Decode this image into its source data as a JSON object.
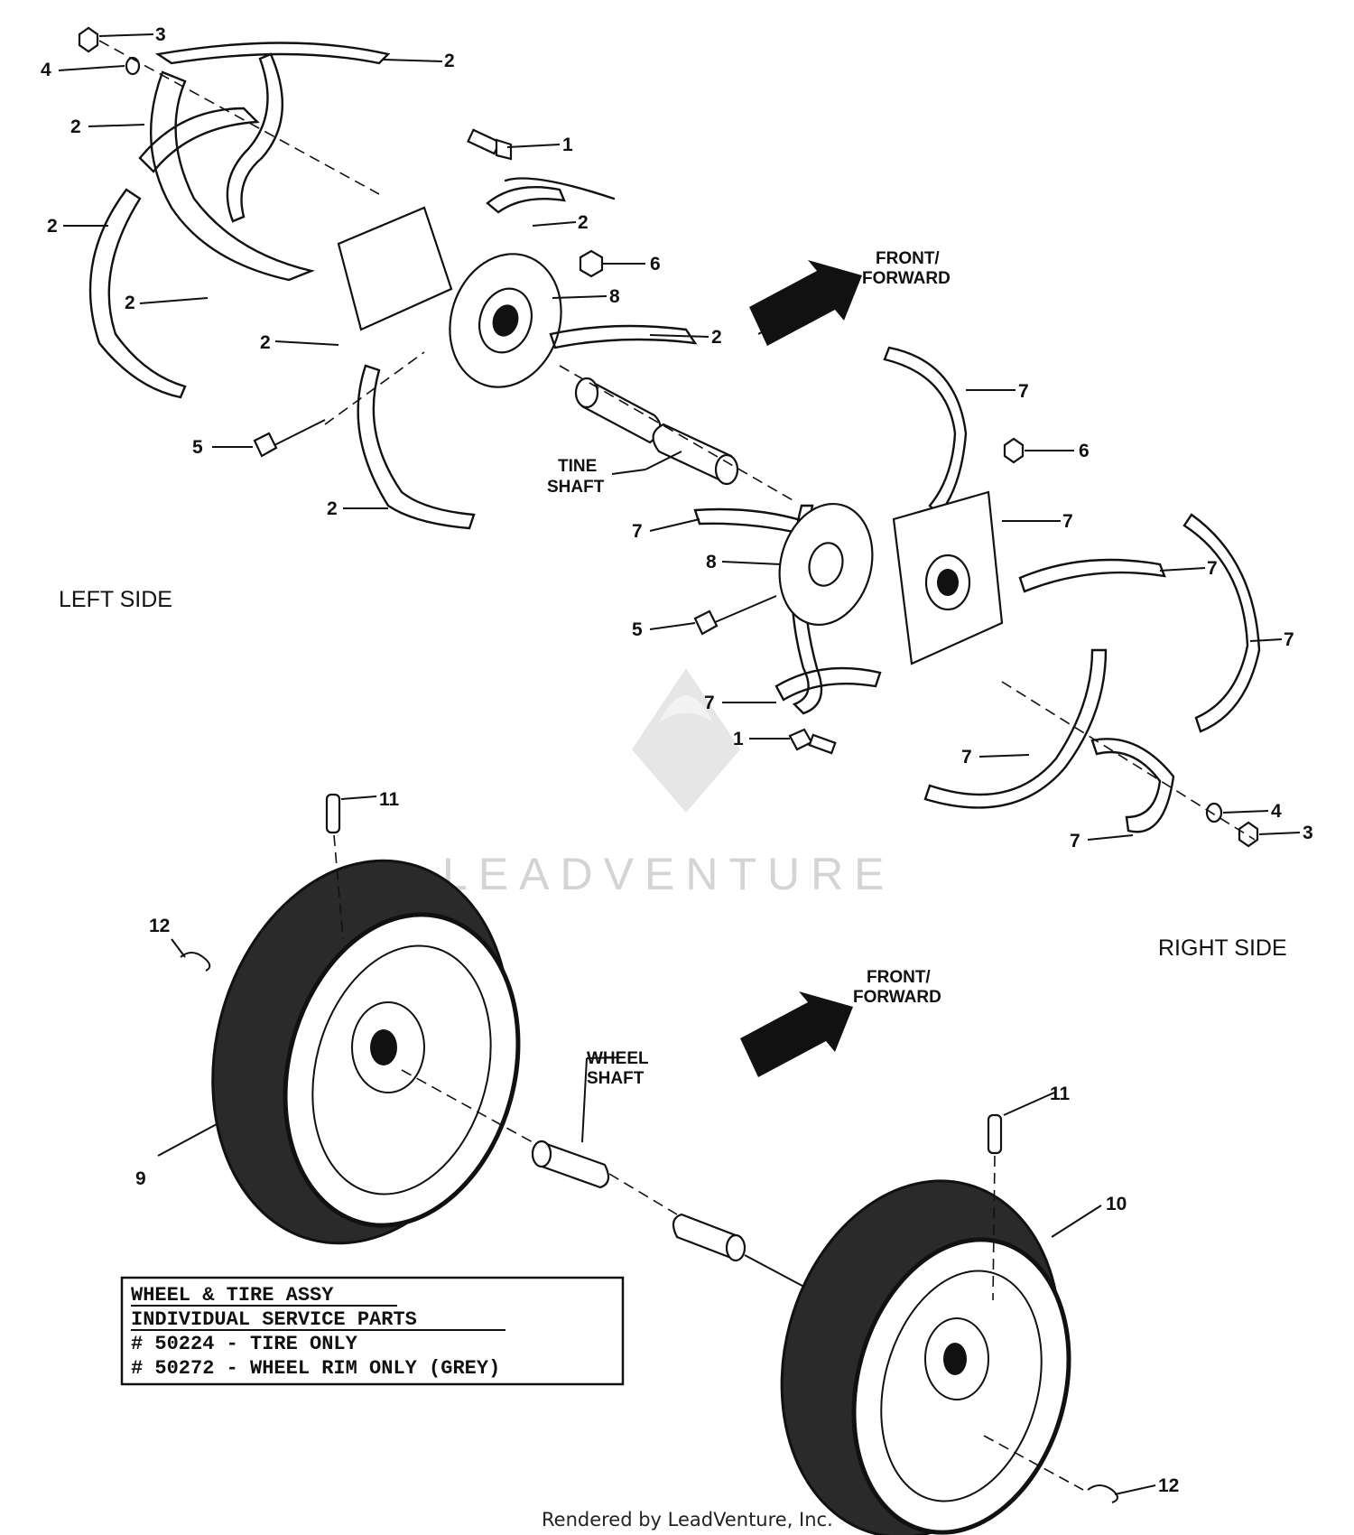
{
  "directions": {
    "front_line1": "FRONT/",
    "front_line2": "FORWARD"
  },
  "side_labels": {
    "left": "LEFT SIDE",
    "right": "RIGHT SIDE"
  },
  "shaft_labels": {
    "tine_line1": "TINE",
    "tine_line2": "SHAFT",
    "wheel_line1": "WHEEL",
    "wheel_line2": "SHAFT"
  },
  "callouts": {
    "c1": "1",
    "c2": "2",
    "c3": "3",
    "c4": "4",
    "c5": "5",
    "c6": "6",
    "c7": "7",
    "c8": "8",
    "c9": "9",
    "c10": "10",
    "c11": "11",
    "c12": "12"
  },
  "service_box": {
    "line1": "WHEEL & TIRE ASSY",
    "line2": "INDIVIDUAL SERVICE PARTS",
    "line3": "# 50224 - TIRE ONLY",
    "line4": "# 50272 - WHEEL RIM ONLY (GREY)"
  },
  "watermark": {
    "brand": "LEADVENTURE"
  },
  "footer": {
    "credit": "Rendered by LeadVenture, Inc."
  }
}
